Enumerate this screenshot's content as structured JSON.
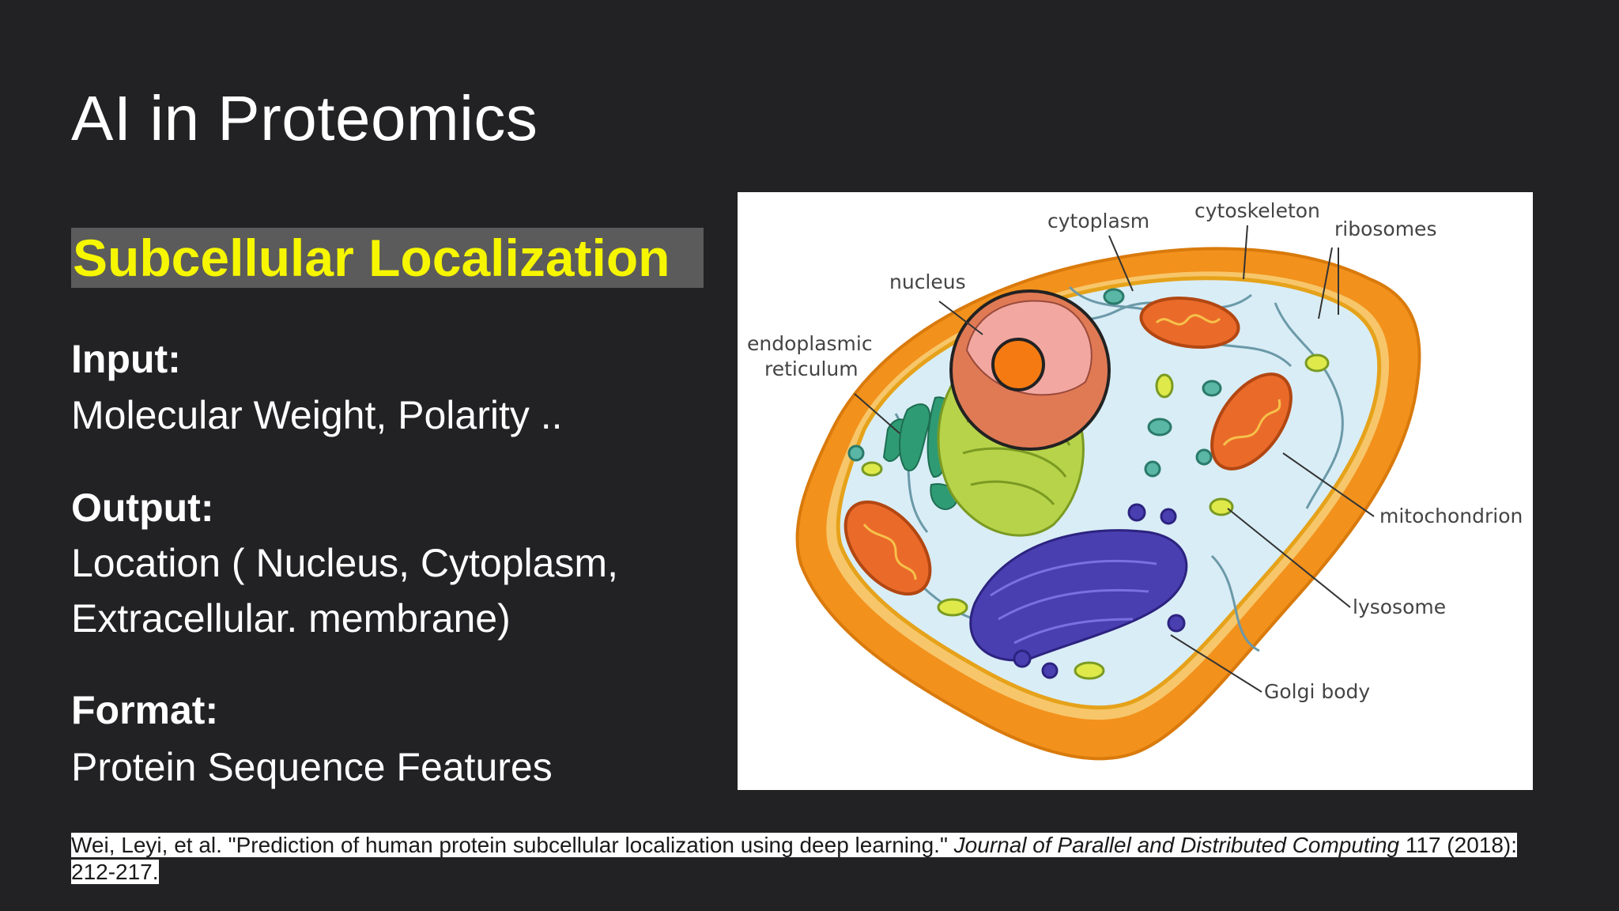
{
  "slide": {
    "title": "AI in Proteomics",
    "subtitle": "Subcellular Localization",
    "input_label": "Input:",
    "input_text": "Molecular Weight, Polarity ..",
    "output_label": "Output:",
    "output_line1": "Location ( Nucleus, Cytoplasm,",
    "output_line2": "Extracellular. membrane)",
    "format_label": "Format:",
    "format_text": "Protein Sequence Features"
  },
  "diagram": {
    "labels": {
      "cytoplasm": "cytoplasm",
      "cytoskeleton": "cytoskeleton",
      "ribosomes": "ribosomes",
      "nucleus": "nucleus",
      "er_line1": "endoplasmic",
      "er_line2": "reticulum",
      "mitochondrion": "mitochondrion",
      "lysosome": "lysosome",
      "golgi": "Golgi body"
    }
  },
  "citation": {
    "before": "Wei, Leyi, et al. \"Prediction of human protein subcellular localization using deep learning.\" ",
    "journal": "Journal of Parallel and Distributed Computing",
    "after": " 117 (2018): 212-217."
  },
  "colors": {
    "background": "#222123",
    "subtitle_text": "#f6f600",
    "subtitle_highlight": "#5b5b5b"
  }
}
